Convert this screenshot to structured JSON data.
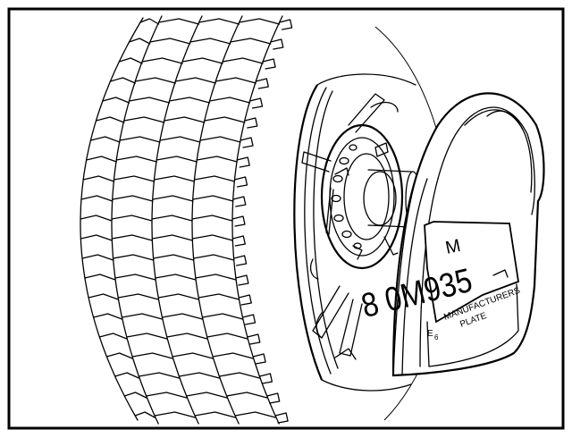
{
  "plate": {
    "code": "8 0M935",
    "partial_letter": "M",
    "label_line1": "MANUFACTURERS",
    "label_line2": "PLATE",
    "small_mark": "E",
    "small_mark2": "6"
  }
}
